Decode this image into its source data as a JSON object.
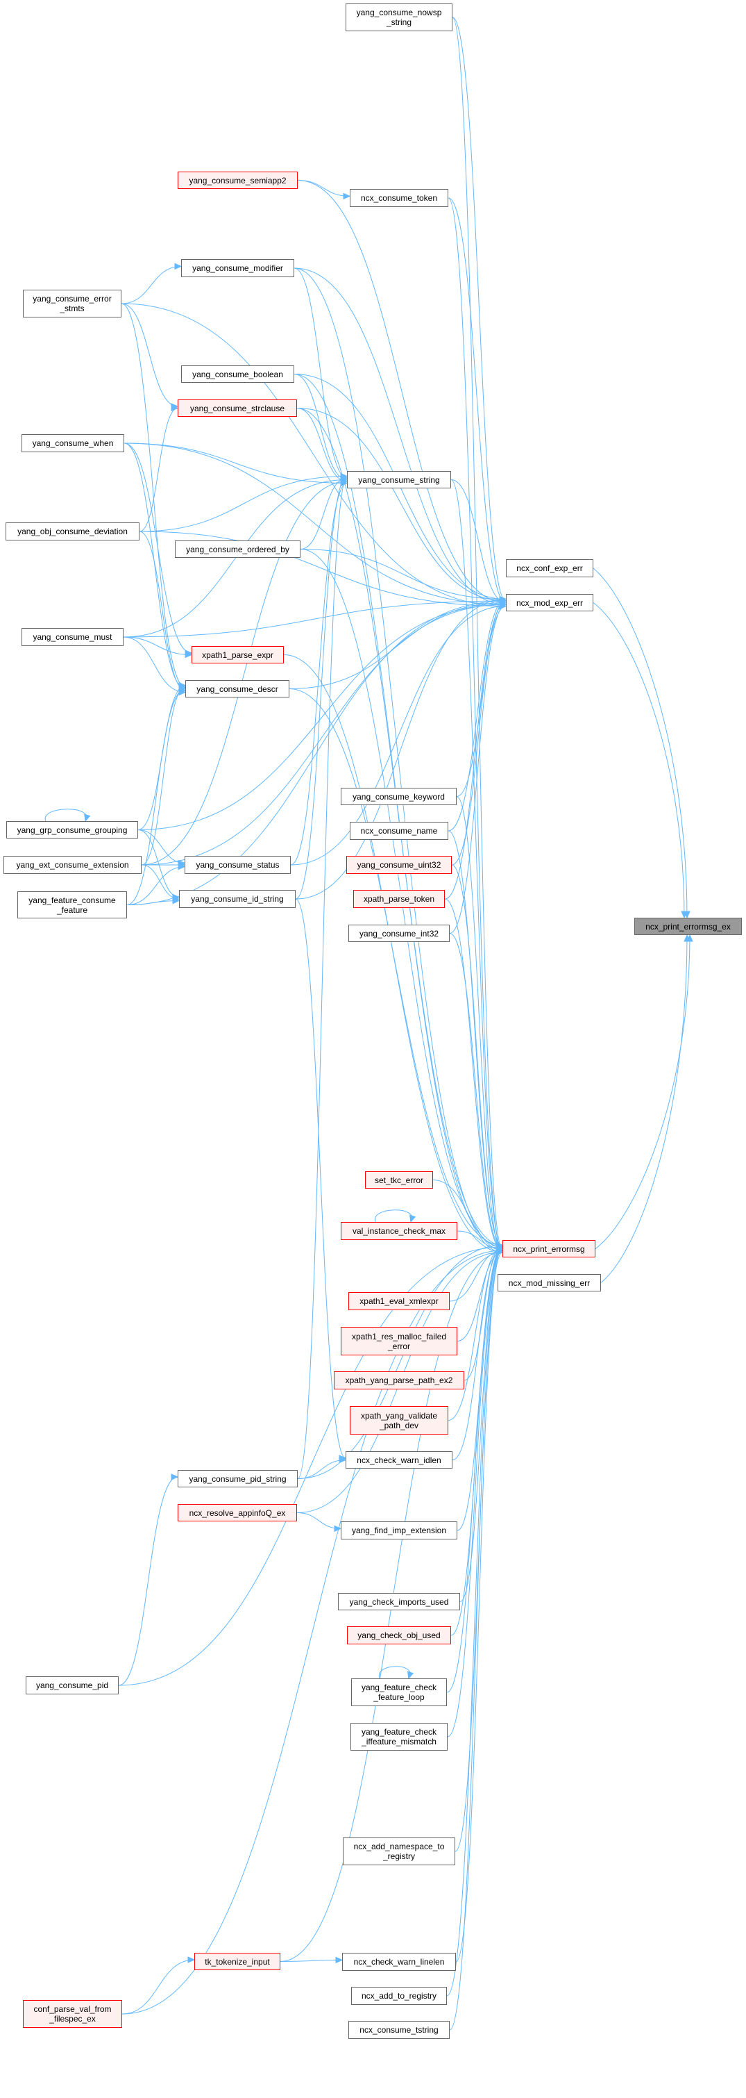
{
  "title": "ncx_print_errormsg_ex caller graph",
  "colors": {
    "edge": "#63b8ff",
    "node_border": "#666666",
    "red_border": "#ff0000",
    "red_fill": "#fff0f0",
    "selected_fill": "#999999"
  },
  "nodes": {
    "nowsp": {
      "label": "yang_consume_nowsp\n_string",
      "kind": "normal"
    },
    "semiapp2": {
      "label": "yang_consume_semiapp2",
      "kind": "red"
    },
    "token": {
      "label": "ncx_consume_token",
      "kind": "normal"
    },
    "modifier": {
      "label": "yang_consume_modifier",
      "kind": "normal"
    },
    "errstmts": {
      "label": "yang_consume_error\n_stmts",
      "kind": "normal"
    },
    "boolean": {
      "label": "yang_consume_boolean",
      "kind": "normal"
    },
    "strclause": {
      "label": "yang_consume_strclause",
      "kind": "red"
    },
    "when": {
      "label": "yang_consume_when",
      "kind": "normal"
    },
    "string": {
      "label": "yang_consume_string",
      "kind": "normal"
    },
    "deviation": {
      "label": "yang_obj_consume_deviation",
      "kind": "normal"
    },
    "orderedby": {
      "label": "yang_consume_ordered_by",
      "kind": "normal"
    },
    "confexp": {
      "label": "ncx_conf_exp_err",
      "kind": "normal"
    },
    "modexp": {
      "label": "ncx_mod_exp_err",
      "kind": "normal"
    },
    "must": {
      "label": "yang_consume_must",
      "kind": "normal"
    },
    "xparse": {
      "label": "xpath1_parse_expr",
      "kind": "red"
    },
    "descr": {
      "label": "yang_consume_descr",
      "kind": "normal"
    },
    "keyword": {
      "label": "yang_consume_keyword",
      "kind": "normal"
    },
    "cname": {
      "label": "ncx_consume_name",
      "kind": "normal"
    },
    "grouping": {
      "label": "yang_grp_consume_grouping",
      "kind": "normal"
    },
    "uint32": {
      "label": "yang_consume_uint32",
      "kind": "red"
    },
    "extension": {
      "label": "yang_ext_consume_extension",
      "kind": "normal"
    },
    "status": {
      "label": "yang_consume_status",
      "kind": "normal"
    },
    "ptoken": {
      "label": "xpath_parse_token",
      "kind": "red"
    },
    "feature": {
      "label": "yang_feature_consume\n_feature",
      "kind": "normal"
    },
    "idstring": {
      "label": "yang_consume_id_string",
      "kind": "normal"
    },
    "int32": {
      "label": "yang_consume_int32",
      "kind": "normal"
    },
    "target": {
      "label": "ncx_print_errormsg_ex",
      "kind": "selected"
    },
    "tkcerr": {
      "label": "set_tkc_error",
      "kind": "red"
    },
    "checkmax": {
      "label": "val_instance_check_max",
      "kind": "red"
    },
    "printerr": {
      "label": "ncx_print_errormsg",
      "kind": "red"
    },
    "missing": {
      "label": "ncx_mod_missing_err",
      "kind": "normal"
    },
    "evalxml": {
      "label": "xpath1_eval_xmlexpr",
      "kind": "red"
    },
    "malloc": {
      "label": "xpath1_res_malloc_failed\n_error",
      "kind": "red"
    },
    "pathex2": {
      "label": "xpath_yang_parse_path_ex2",
      "kind": "red"
    },
    "pathdev": {
      "label": "xpath_yang_validate\n_path_dev",
      "kind": "red"
    },
    "idlen": {
      "label": "ncx_check_warn_idlen",
      "kind": "normal"
    },
    "pidstring": {
      "label": "yang_consume_pid_string",
      "kind": "normal"
    },
    "appinfo": {
      "label": "ncx_resolve_appinfoQ_ex",
      "kind": "red"
    },
    "impext": {
      "label": "yang_find_imp_extension",
      "kind": "normal"
    },
    "imports": {
      "label": "yang_check_imports_used",
      "kind": "normal"
    },
    "objused": {
      "label": "yang_check_obj_used",
      "kind": "red"
    },
    "pid": {
      "label": "yang_consume_pid",
      "kind": "normal"
    },
    "floop": {
      "label": "yang_feature_check\n_feature_loop",
      "kind": "normal"
    },
    "mismatch": {
      "label": "yang_feature_check\n_iffeature_mismatch",
      "kind": "normal"
    },
    "namespace": {
      "label": "ncx_add_namespace_to\n_registry",
      "kind": "normal"
    },
    "tokenize": {
      "label": "tk_tokenize_input",
      "kind": "red"
    },
    "linelen": {
      "label": "ncx_check_warn_linelen",
      "kind": "normal"
    },
    "addreg": {
      "label": "ncx_add_to_registry",
      "kind": "normal"
    },
    "confparse": {
      "label": "conf_parse_val_from\n_filespec_ex",
      "kind": "red"
    },
    "tstring": {
      "label": "ncx_consume_tstring",
      "kind": "normal"
    }
  },
  "edges": [
    [
      "confexp",
      "target"
    ],
    [
      "modexp",
      "target"
    ],
    [
      "printerr",
      "target"
    ],
    [
      "missing",
      "target"
    ],
    [
      "semiapp2",
      "token"
    ],
    [
      "errstmts",
      "modifier"
    ],
    [
      "errstmts",
      "strclause"
    ],
    [
      "errstmts",
      "descr"
    ],
    [
      "modifier",
      "string"
    ],
    [
      "boolean",
      "string"
    ],
    [
      "strclause",
      "string"
    ],
    [
      "when",
      "string"
    ],
    [
      "when",
      "descr"
    ],
    [
      "when",
      "xparse"
    ],
    [
      "deviation",
      "string"
    ],
    [
      "deviation",
      "strclause"
    ],
    [
      "deviation",
      "descr"
    ],
    [
      "orderedby",
      "string"
    ],
    [
      "must",
      "xparse"
    ],
    [
      "must",
      "descr"
    ],
    [
      "must",
      "string"
    ],
    [
      "grouping",
      "grouping"
    ],
    [
      "grouping",
      "descr"
    ],
    [
      "grouping",
      "status"
    ],
    [
      "grouping",
      "idstring"
    ],
    [
      "extension",
      "status"
    ],
    [
      "extension",
      "idstring"
    ],
    [
      "extension",
      "descr"
    ],
    [
      "extension",
      "string"
    ],
    [
      "feature",
      "idstring"
    ],
    [
      "feature",
      "status"
    ],
    [
      "feature",
      "descr"
    ],
    [
      "status",
      "string"
    ],
    [
      "idstring",
      "string"
    ],
    [
      "idstring",
      "idlen"
    ],
    [
      "pidstring",
      "idlen"
    ],
    [
      "pidstring",
      "string"
    ],
    [
      "pid",
      "pidstring"
    ],
    [
      "appinfo",
      "impext"
    ],
    [
      "checkmax",
      "checkmax"
    ],
    [
      "floop",
      "floop"
    ],
    [
      "tokenize",
      "linelen"
    ],
    [
      "confparse",
      "tokenize"
    ],
    [
      "nowsp",
      "modexp"
    ],
    [
      "token",
      "modexp"
    ],
    [
      "modifier",
      "modexp"
    ],
    [
      "errstmts",
      "modexp"
    ],
    [
      "boolean",
      "modexp"
    ],
    [
      "strclause",
      "modexp"
    ],
    [
      "string",
      "modexp"
    ],
    [
      "when",
      "modexp"
    ],
    [
      "deviation",
      "modexp"
    ],
    [
      "orderedby",
      "modexp"
    ],
    [
      "must",
      "modexp"
    ],
    [
      "descr",
      "modexp"
    ],
    [
      "grouping",
      "modexp"
    ],
    [
      "keyword",
      "modexp"
    ],
    [
      "cname",
      "modexp"
    ],
    [
      "uint32",
      "modexp"
    ],
    [
      "ptoken",
      "modexp"
    ],
    [
      "int32",
      "modexp"
    ],
    [
      "status",
      "modexp"
    ],
    [
      "idstring",
      "modexp"
    ],
    [
      "feature",
      "modexp"
    ],
    [
      "semiapp2",
      "modexp"
    ],
    [
      "extension",
      "modexp"
    ],
    [
      "tkcerr",
      "printerr"
    ],
    [
      "checkmax",
      "printerr"
    ],
    [
      "evalxml",
      "printerr"
    ],
    [
      "malloc",
      "printerr"
    ],
    [
      "pathex2",
      "printerr"
    ],
    [
      "pathdev",
      "printerr"
    ],
    [
      "idlen",
      "printerr"
    ],
    [
      "impext",
      "printerr"
    ],
    [
      "appinfo",
      "printerr"
    ],
    [
      "imports",
      "printerr"
    ],
    [
      "objused",
      "printerr"
    ],
    [
      "floop",
      "printerr"
    ],
    [
      "mismatch",
      "printerr"
    ],
    [
      "namespace",
      "printerr"
    ],
    [
      "linelen",
      "printerr"
    ],
    [
      "addreg",
      "printerr"
    ],
    [
      "tstring",
      "printerr"
    ],
    [
      "confparse",
      "printerr"
    ],
    [
      "tokenize",
      "printerr"
    ],
    [
      "pidstring",
      "printerr"
    ],
    [
      "pid",
      "printerr"
    ],
    [
      "string",
      "printerr"
    ],
    [
      "token",
      "printerr"
    ],
    [
      "keyword",
      "printerr"
    ],
    [
      "cname",
      "printerr"
    ],
    [
      "uint32",
      "printerr"
    ],
    [
      "int32",
      "printerr"
    ],
    [
      "ptoken",
      "printerr"
    ],
    [
      "xparse",
      "printerr"
    ],
    [
      "descr",
      "printerr"
    ],
    [
      "orderedby",
      "printerr"
    ],
    [
      "nowsp",
      "printerr"
    ],
    [
      "modifier",
      "printerr"
    ],
    [
      "boolean",
      "printerr"
    ],
    [
      "strclause",
      "printerr"
    ]
  ]
}
